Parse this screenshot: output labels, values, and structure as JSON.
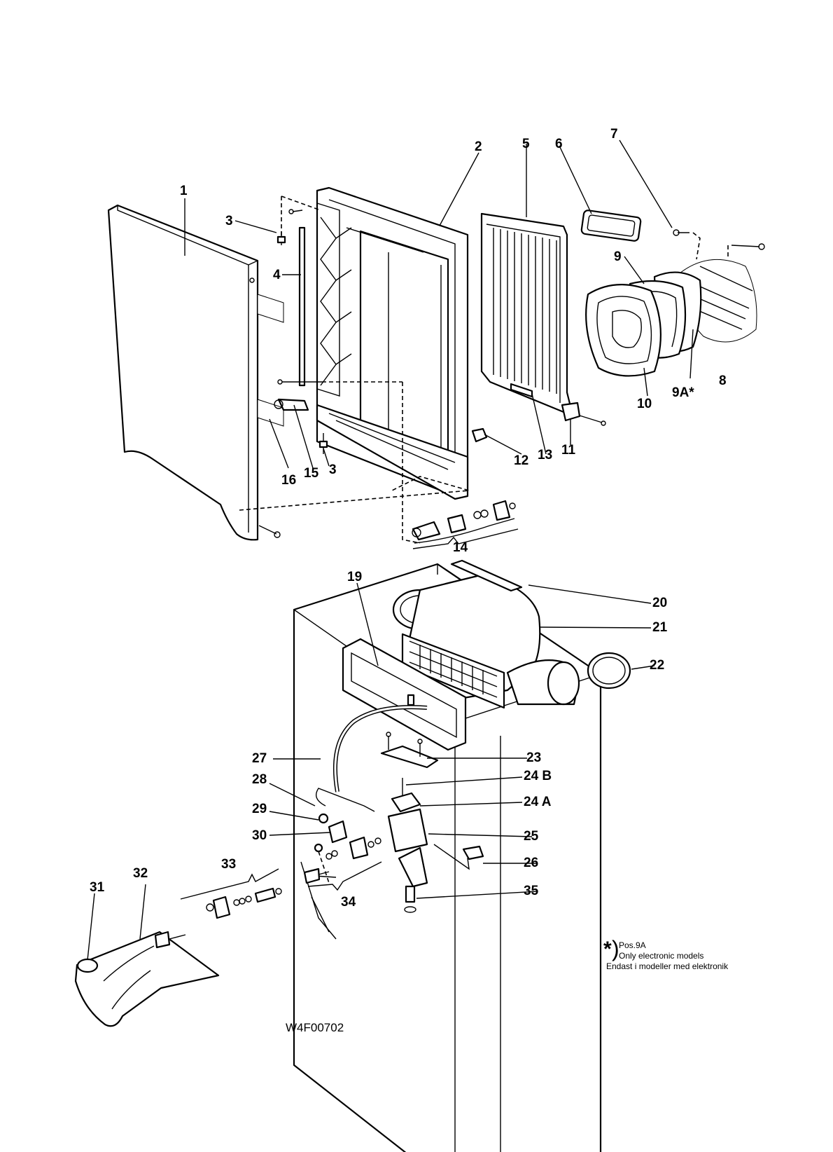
{
  "drawing": {
    "code": "W4F00702",
    "note": {
      "marker": "*",
      "position": "Pos.9A",
      "line_en": "Only electronic models",
      "line_sv": "Endast i modeller med elektronik"
    }
  },
  "callouts": [
    "1",
    "2",
    "3",
    "3",
    "4",
    "5",
    "6",
    "7",
    "8",
    "9",
    "9A*",
    "10",
    "11",
    "12",
    "13",
    "14",
    "15",
    "16",
    "19",
    "20",
    "21",
    "22",
    "23",
    "24 B",
    "24 A",
    "25",
    "26",
    "27",
    "28",
    "29",
    "30",
    "31",
    "32",
    "33",
    "34",
    "35"
  ]
}
